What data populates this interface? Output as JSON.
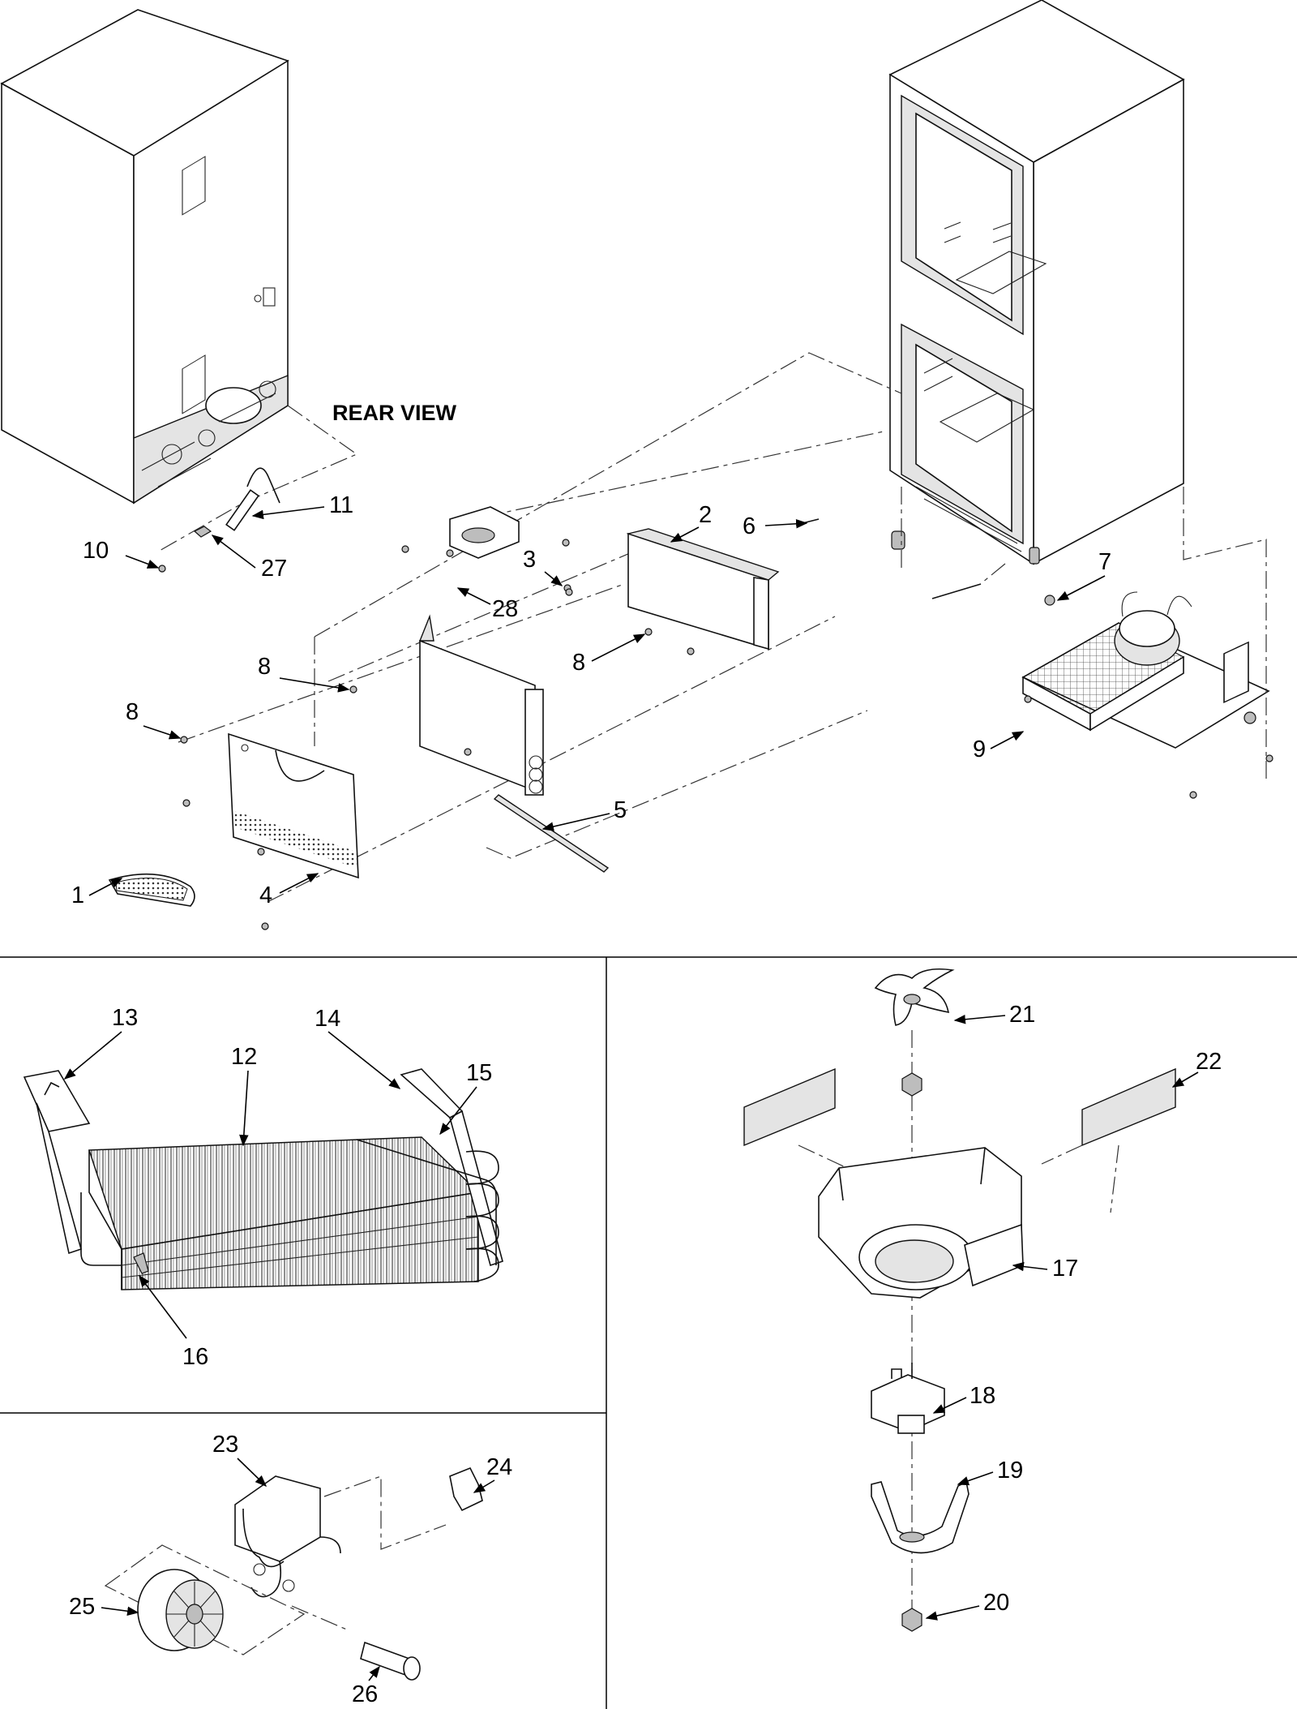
{
  "view_label": "REAR VIEW",
  "callouts": {
    "c1": "1",
    "c2": "2",
    "c3": "3",
    "c4": "4",
    "c5": "5",
    "c6": "6",
    "c7": "7",
    "c8a": "8",
    "c8b": "8",
    "c8c": "8",
    "c9": "9",
    "c10": "10",
    "c11": "11",
    "c12": "12",
    "c13": "13",
    "c14": "14",
    "c15": "15",
    "c16": "16",
    "c17": "17",
    "c18": "18",
    "c19": "19",
    "c20": "20",
    "c21": "21",
    "c22": "22",
    "c23": "23",
    "c24": "24",
    "c25": "25",
    "c26": "26",
    "c27": "27",
    "c28": "28"
  }
}
